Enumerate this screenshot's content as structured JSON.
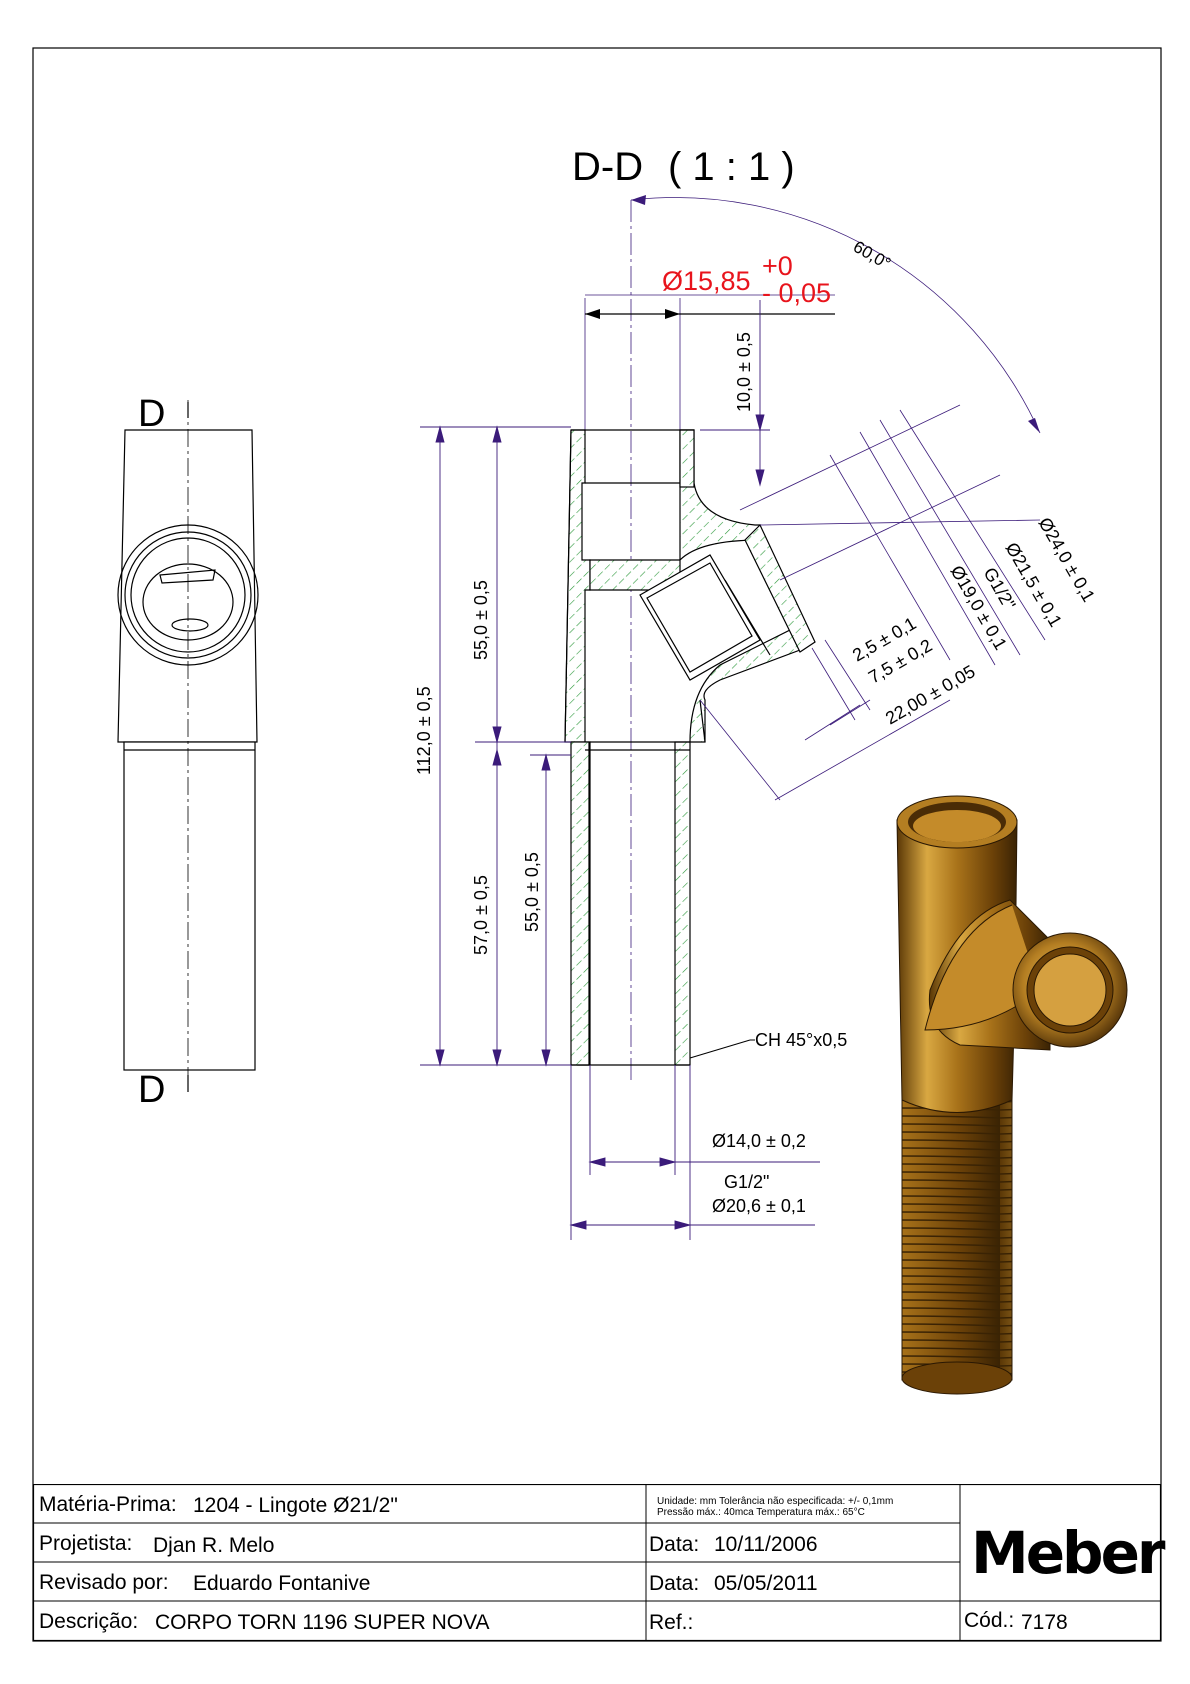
{
  "section_title": "D-D",
  "section_scale": "( 1 : 1 )",
  "section_marker": "D",
  "angle_label": "60,0°",
  "red_dimension": {
    "value": "Ø15,85",
    "upper": "+0",
    "lower": "- 0,05",
    "color": "#e8141c"
  },
  "dimensions": {
    "top_depth": "10,0 ± 0,5",
    "overall_height": "112,0 ± 0,5",
    "upper_height": "55,0 ± 0,5",
    "lower_height_outer": "57,0 ± 0,5",
    "lower_height_inner": "55,0 ± 0,5",
    "branch_d24": "Ø24,0 ± 0,1",
    "branch_d215": "Ø21,5 ± 0,1",
    "branch_thread": "G1/2\"",
    "branch_d19": "Ø19,0 ± 0,1",
    "branch_25": "2,5 ± 0,1",
    "branch_75": "7,5 ± 0,2",
    "branch_22": "22,00 ± 0,05",
    "chamfer": "CH 45°x0,5",
    "bottom_d14": "Ø14,0 ± 0,2",
    "bottom_thread": "G1/2\"",
    "bottom_d206": "Ø20,6 ± 0,1"
  },
  "title_block": {
    "materia_label": "Matéria-Prima:",
    "materia_value": "1204 - Lingote Ø21/2\"",
    "projetista_label": "Projetista:",
    "projetista_value": "Djan R. Melo",
    "revisado_label": "Revisado por:",
    "revisado_value": "Eduardo Fontanive",
    "descricao_label": "Descrição:",
    "descricao_value": "CORPO TORN 1196 SUPER NOVA",
    "note_line1": "Unidade: mm Tolerância não especificada: +/- 0,1mm",
    "note_line2": "Pressão máx.: 40mca        Temperatura máx.: 65°C",
    "data1_label": "Data:",
    "data1_value": "10/11/2006",
    "data2_label": "Data:",
    "data2_value": "05/05/2011",
    "ref_label": "Ref.:",
    "ref_value": "",
    "cod_label": "Cód.:",
    "cod_value": "7178",
    "logo_text": "Meber"
  },
  "colors": {
    "dimension_line": "#3b1b7a",
    "hatch": "#2e9a3c",
    "brass_light": "#d8a440",
    "brass_dark": "#4a2c06"
  }
}
